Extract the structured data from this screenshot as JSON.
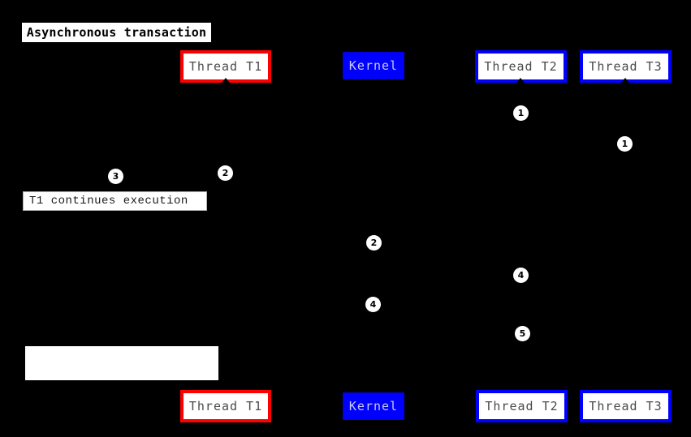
{
  "diagram": {
    "kind": "sequence-diagram",
    "title": "Asynchronous transaction",
    "note": "T1 continues execution",
    "participants": [
      {
        "label": "Thread T1"
      },
      {
        "label": "Kernel"
      },
      {
        "label": "Thread T2"
      },
      {
        "label": "Thread T3"
      }
    ],
    "sequence_markers": [
      {
        "label": "1",
        "lifeline": "Thread T2"
      },
      {
        "label": "1",
        "lifeline": "Thread T3"
      },
      {
        "label": "2",
        "lifeline": "Thread T1"
      },
      {
        "label": "3",
        "lifeline": "note"
      },
      {
        "label": "2",
        "lifeline": "Kernel"
      },
      {
        "label": "4",
        "lifeline": "Thread T2"
      },
      {
        "label": "4",
        "lifeline": "Kernel"
      },
      {
        "label": "5",
        "lifeline": "Thread T2"
      }
    ],
    "colors": {
      "background": "#000000",
      "box_bg": "#ffffff",
      "participant_text": "#4a4a4a",
      "thread_t1_border": "#ff0000",
      "thread_t2_border": "#0000ff",
      "thread_t3_border": "#0000ff",
      "kernel_bg": "#0000ff",
      "kernel_text": "#c9c9fa",
      "title_text": "#000000",
      "note_text": "#1a1a1a",
      "marker_bg": "#ffffff",
      "marker_text": "#000000"
    }
  }
}
